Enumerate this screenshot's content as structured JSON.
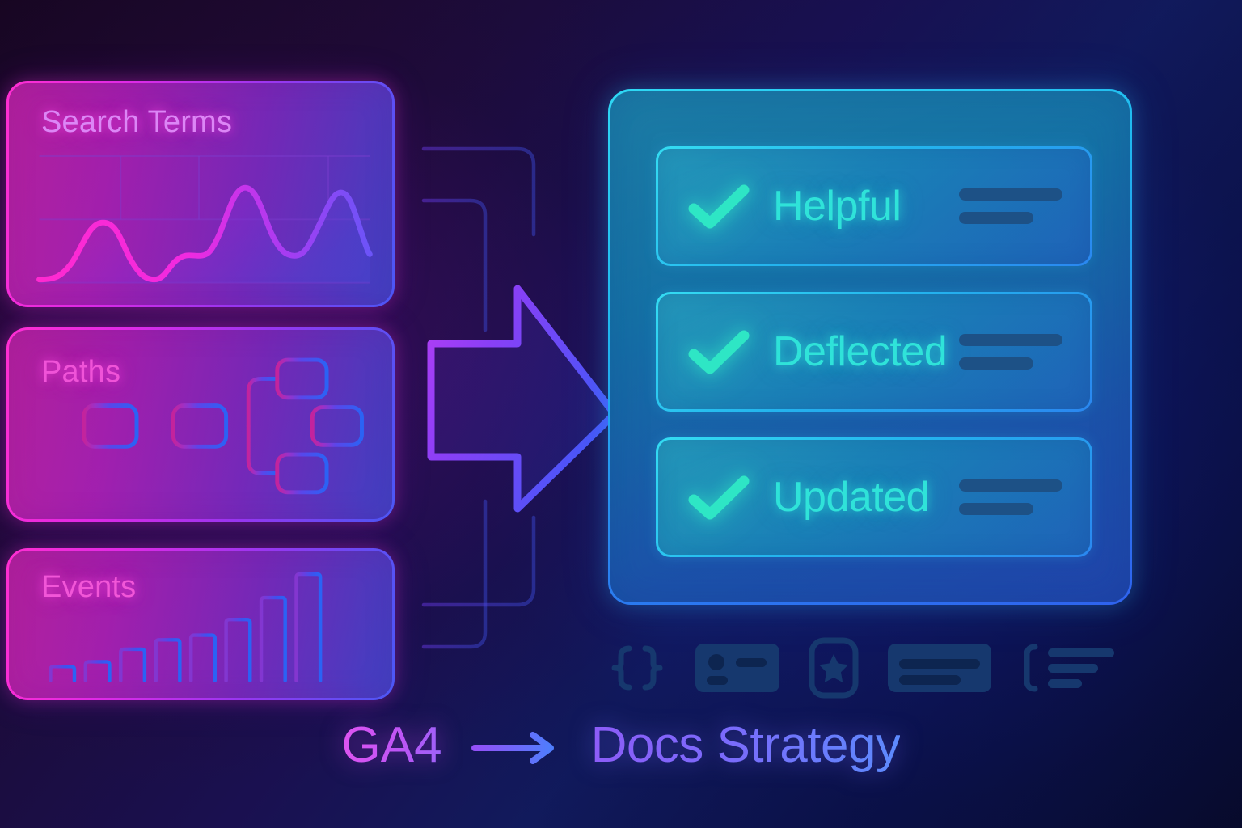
{
  "background": {
    "top_left_color": "#160620",
    "center_color": "#1a1050",
    "bottom_right_color": "#070a2a"
  },
  "left_cards": [
    {
      "id": "search-terms",
      "title": "Search Terms",
      "title_color": "#dc86f6",
      "border_gradient": [
        "#ff2ed1",
        "#4b57f5"
      ],
      "visual": "area-line-chart"
    },
    {
      "id": "paths",
      "title": "Paths",
      "title_color": "#f053d8",
      "border_gradient": [
        "#ff2ed1",
        "#4b57f5"
      ],
      "visual": "node-tree-diagram"
    },
    {
      "id": "events",
      "title": "Events",
      "title_color": "#f256d8",
      "border_gradient": [
        "#ff2ed1",
        "#4b57f5"
      ],
      "visual": "bar-chart"
    }
  ],
  "right_panel": {
    "border_gradient": [
      "#2fd9f5",
      "#2f63ee"
    ],
    "rows": [
      {
        "id": "helpful",
        "label": "Helpful",
        "check_color": "#2ee6c5",
        "label_color": "#2fe3d9",
        "bar_color": "#1d5186"
      },
      {
        "id": "deflected",
        "label": "Deflected",
        "check_color": "#2ee6c5",
        "label_color": "#2fe3d9",
        "bar_color": "#1d5186"
      },
      {
        "id": "updated",
        "label": "Updated",
        "check_color": "#2ee6c5",
        "label_color": "#2fe3d9",
        "bar_color": "#1d5186"
      }
    ]
  },
  "icon_strip": {
    "color": "#16386e",
    "icons": [
      {
        "name": "curly-braces-icon",
        "glyph": "{ }"
      },
      {
        "name": "id-card-icon",
        "glyph": "card"
      },
      {
        "name": "star-badge-icon",
        "glyph": "star"
      },
      {
        "name": "text-card-icon",
        "glyph": "lines-card"
      },
      {
        "name": "bracket-text-icon",
        "glyph": "bracket-lines"
      }
    ]
  },
  "center_arrow": {
    "name": "flow-arrow-icon",
    "direction": "right",
    "gradient": [
      "#a03af5",
      "#4b5cf8"
    ]
  },
  "connectors": {
    "color": "#4a3ad0",
    "count": 4
  },
  "caption": {
    "source": "GA4",
    "arrow": "→",
    "target": "Docs Strategy",
    "source_gradient": [
      "#e054f0",
      "#9a63f8"
    ],
    "target_gradient": [
      "#8d5cf8",
      "#5c8bfd"
    ]
  },
  "chart_data": [
    {
      "type": "area",
      "id": "search-terms-chart",
      "title": "Search Terms",
      "x": [
        0,
        1,
        2,
        3,
        4,
        5,
        6,
        7,
        8,
        9,
        10,
        11,
        12
      ],
      "values": [
        6,
        8,
        30,
        14,
        10,
        22,
        18,
        62,
        30,
        24,
        58,
        26,
        22
      ],
      "ylim": [
        0,
        75
      ],
      "xlabel": "",
      "ylabel": "",
      "grid": true,
      "grid_rows": 2,
      "grid_cols": 3,
      "legend": "none",
      "line_gradient": [
        "#ff2ad0",
        "#7c4cf6"
      ]
    },
    {
      "type": "bar",
      "id": "events-chart",
      "title": "Events",
      "categories": [
        "1",
        "2",
        "3",
        "4",
        "5",
        "6",
        "7",
        "8"
      ],
      "values": [
        10,
        14,
        23,
        30,
        33,
        44,
        61,
        80
      ],
      "ylim": [
        0,
        100
      ],
      "xlabel": "",
      "ylabel": "",
      "grid": false,
      "legend": "none",
      "bar_gradient": [
        "#7a3ae0",
        "#2a63f5"
      ]
    },
    {
      "type": "diagram",
      "id": "paths-diagram",
      "title": "Paths",
      "nodes": [
        "entry",
        "step-1",
        "step-2",
        "branch-top",
        "branch-middle",
        "branch-bottom"
      ],
      "edges": [
        [
          "entry",
          "step-1"
        ],
        [
          "step-1",
          "step-2"
        ],
        [
          "step-2",
          "branch-top"
        ],
        [
          "step-2",
          "branch-middle"
        ],
        [
          "step-2",
          "branch-bottom"
        ]
      ],
      "node_gradient": [
        "#8a31c8",
        "#2a63f5"
      ]
    }
  ]
}
